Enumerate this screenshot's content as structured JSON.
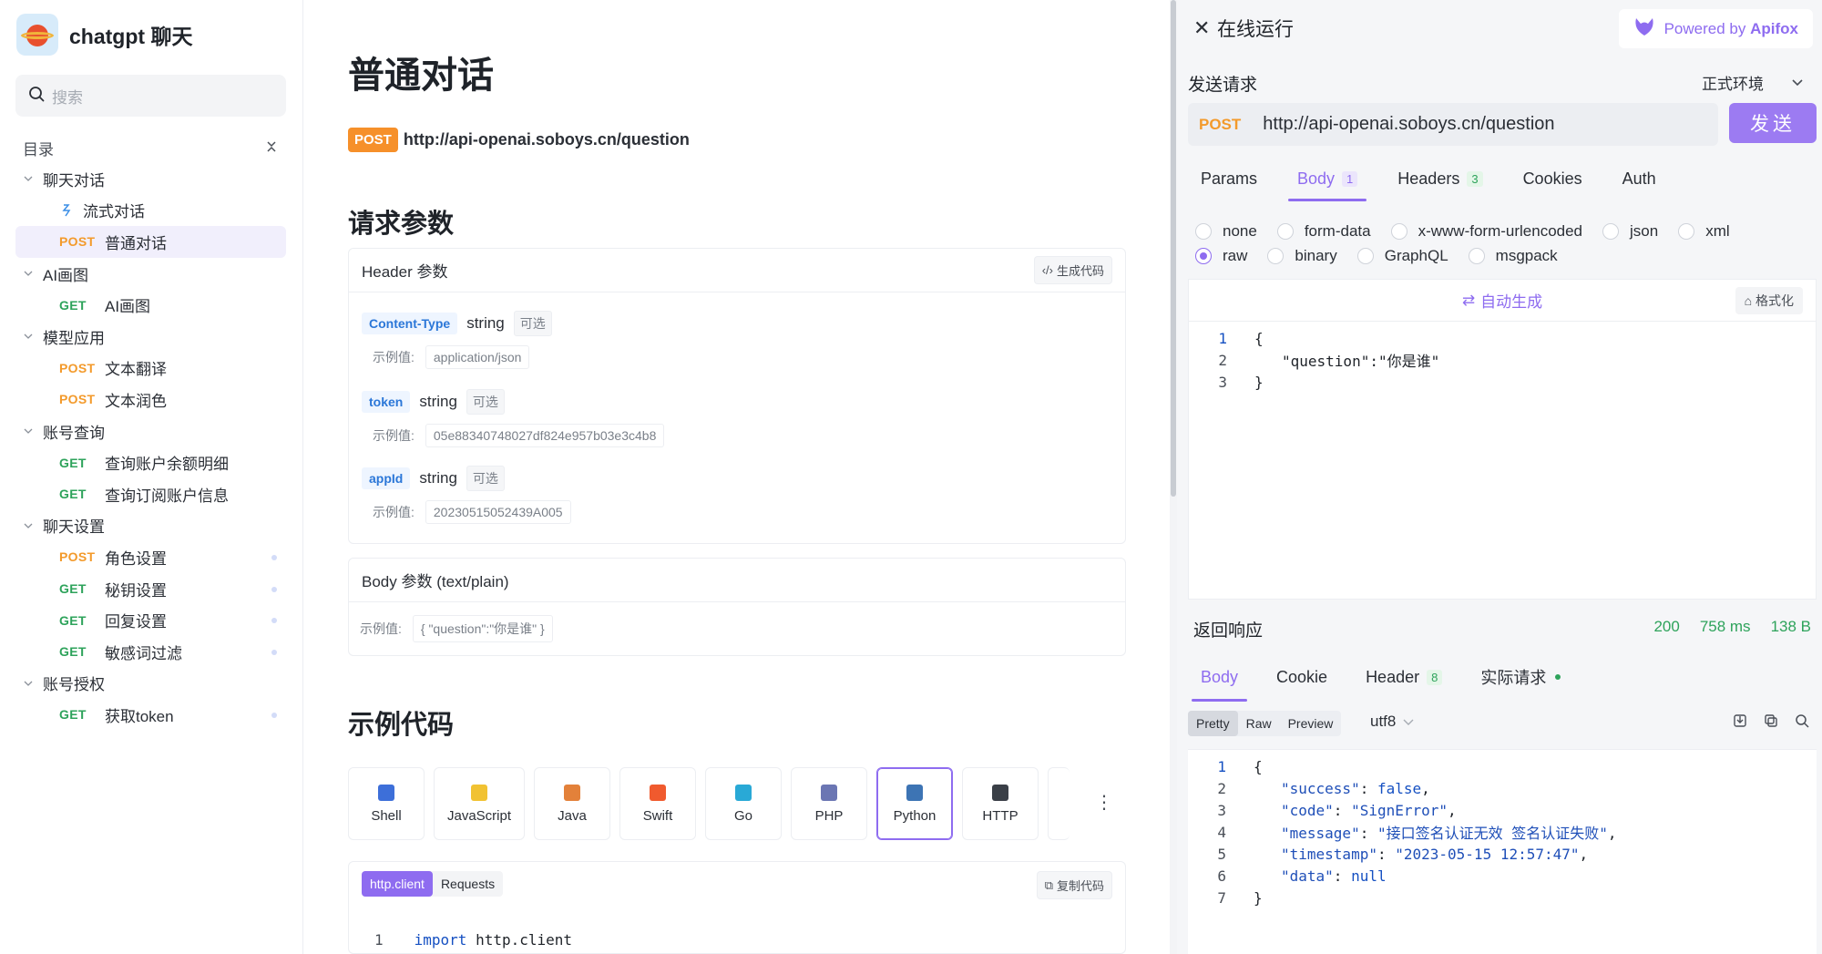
{
  "sidebar": {
    "app_title": "chatgpt 聊天",
    "search_placeholder": "搜索",
    "toc_label": "目录",
    "groups": [
      {
        "label": "聊天对话",
        "items": [
          {
            "method": "",
            "label": "流式对话"
          },
          {
            "method": "POST",
            "label": "普通对话",
            "active": true
          }
        ]
      },
      {
        "label": "AI画图",
        "items": [
          {
            "method": "GET",
            "label": "AI画图"
          }
        ]
      },
      {
        "label": "模型应用",
        "items": [
          {
            "method": "POST",
            "label": "文本翻译"
          },
          {
            "method": "POST",
            "label": "文本润色"
          }
        ]
      },
      {
        "label": "账号查询",
        "items": [
          {
            "method": "GET",
            "label": "查询账户余额明细"
          },
          {
            "method": "GET",
            "label": "查询订阅账户信息"
          }
        ]
      },
      {
        "label": "聊天设置",
        "items": [
          {
            "method": "POST",
            "label": "角色设置",
            "dot": true
          },
          {
            "method": "GET",
            "label": "秘钥设置",
            "dot": true
          },
          {
            "method": "GET",
            "label": "回复设置",
            "dot": true
          },
          {
            "method": "GET",
            "label": "敏感词过滤",
            "dot": true
          }
        ]
      },
      {
        "label": "账号授权",
        "items": [
          {
            "method": "GET",
            "label": "获取token",
            "dot": true
          }
        ]
      }
    ]
  },
  "doc": {
    "title": "普通对话",
    "method": "POST",
    "url": "http://api-openai.soboys.cn/question",
    "params_section": "请求参数",
    "header_card_title": "Header 参数",
    "gen_code_label": "生成代码",
    "example_label": "示例值:",
    "headers": [
      {
        "name": "Content-Type",
        "type": "string",
        "optional": "可选",
        "example": "application/json"
      },
      {
        "name": "token",
        "type": "string",
        "optional": "可选",
        "example": "05e88340748027df824e957b03e3c4b8"
      },
      {
        "name": "appId",
        "type": "string",
        "optional": "可选",
        "example": "20230515052439A005"
      }
    ],
    "body_card_title": "Body 参数 (text/plain)",
    "body_example": "{ \"question\":\"你是谁\" }",
    "code_section": "示例代码",
    "languages": [
      "Shell",
      "JavaScript",
      "Java",
      "Swift",
      "Go",
      "PHP",
      "Python",
      "HTTP"
    ],
    "active_language": "Python",
    "code_tabs": [
      "http.client",
      "Requests"
    ],
    "copy_label": "复制代码",
    "code_line_no": "1",
    "code_keyword": "import",
    "code_rest": "http.client"
  },
  "panel": {
    "title": "在线运行",
    "powered_prefix": "Powered by",
    "powered_brand": "Apifox",
    "send_request_label": "发送请求",
    "env_label": "正式环境",
    "method": "POST",
    "url": "http://api-openai.soboys.cn/question",
    "send_label": "发送",
    "tabs": [
      {
        "label": "Params",
        "count": ""
      },
      {
        "label": "Body",
        "count": "1"
      },
      {
        "label": "Headers",
        "count": "3"
      },
      {
        "label": "Cookies",
        "count": ""
      },
      {
        "label": "Auth",
        "count": ""
      }
    ],
    "body_types_row1": [
      "none",
      "form-data",
      "x-www-form-urlencoded",
      "json",
      "xml"
    ],
    "body_types_row2": [
      "raw",
      "binary",
      "GraphQL",
      "msgpack"
    ],
    "selected_body_type": "raw",
    "auto_generate_label": "自动生成",
    "format_label": "格式化",
    "request_body_lines": [
      "{",
      "\"question\":\"你是谁\"",
      "}"
    ],
    "response_label": "返回响应",
    "status": "200",
    "time": "758 ms",
    "size": "138 B",
    "response_tabs": [
      "Body",
      "Cookie",
      "Header",
      "实际请求"
    ],
    "response_header_count": "8",
    "view_tabs": [
      "Pretty",
      "Raw",
      "Preview"
    ],
    "encoding": "utf8",
    "response_lines": [
      {
        "ln": "1",
        "text": "{"
      },
      {
        "ln": "2",
        "key": "\"success\"",
        "value": "false"
      },
      {
        "ln": "3",
        "key": "\"code\"",
        "value": "\"SignError\""
      },
      {
        "ln": "4",
        "key": "\"message\"",
        "value": "\"接口签名认证无效 签名认证失败\""
      },
      {
        "ln": "5",
        "key": "\"timestamp\"",
        "value": "\"2023-05-15 12:57:47\""
      },
      {
        "ln": "6",
        "key": "\"data\"",
        "value": "null"
      },
      {
        "ln": "7",
        "text": "}"
      }
    ]
  }
}
